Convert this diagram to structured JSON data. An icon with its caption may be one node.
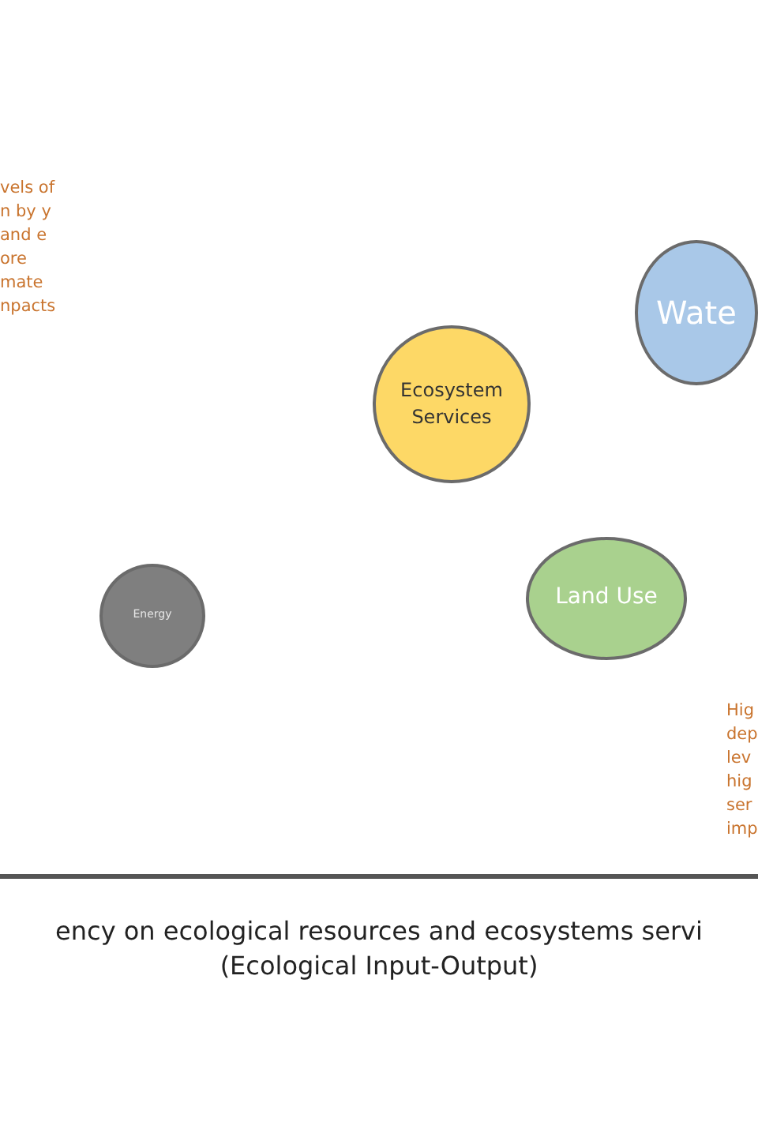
{
  "diagram": {
    "nodes": [
      {
        "text": [
          "Wate"
        ]
      },
      {
        "text": [
          "Ecosystem Services"
        ]
      },
      {
        "text": [
          "Land Use"
        ]
      },
      {
        "text": [
          "Energy"
        ]
      }
    ],
    "labels": [
      "vels of n by y and e ore mate npacts",
      "Hig dep lev hig ser imp",
      "ency on ecological resources and ecosystems servi",
      "(Ecological Input-Output)"
    ]
  }
}
